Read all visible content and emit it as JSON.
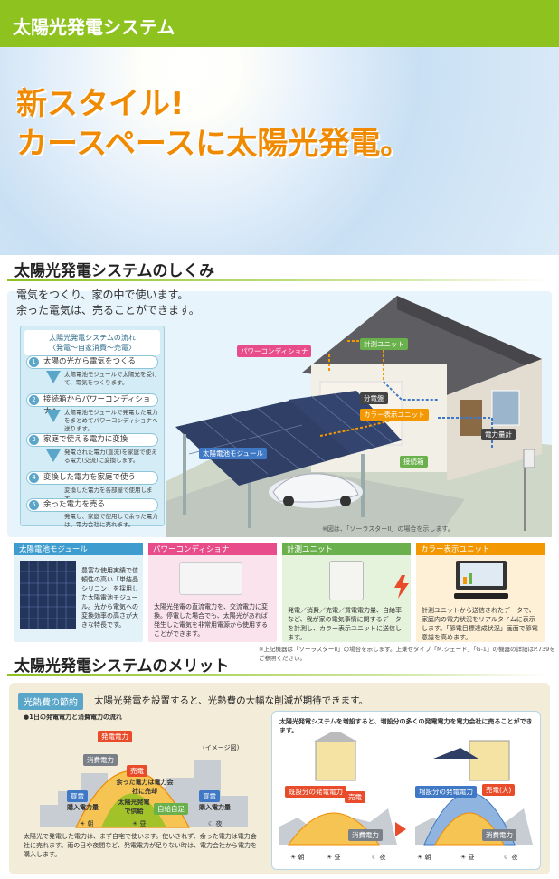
{
  "header": {
    "title": "太陽光発電システム"
  },
  "hero": {
    "line1": "新スタイル!",
    "line2": "カースペースに太陽光発電。"
  },
  "section1": {
    "title": "太陽光発電システムのしくみ",
    "intro1": "電気をつくり、家の中で使います。",
    "intro2": "余った電気は、売ることができます。",
    "flow_title1": "太陽光発電システムの流れ",
    "flow_title2": "〈発電〜自家消費〜売電〉",
    "steps": [
      {
        "num": "1",
        "label": "太陽の光から電気をつくる",
        "desc": "太陽電池モジュールで太陽光を受けて、電気をつくります。"
      },
      {
        "num": "2",
        "label": "接続箱からパワーコンディショナへ",
        "desc": "太陽電池モジュールで発電した電力をまとめてパワーコンディショナへ送ります。"
      },
      {
        "num": "3",
        "label": "家庭で使える電力に変換",
        "desc": "発電された電力(直流)を家庭で使える電力(交流)に変換します。"
      },
      {
        "num": "4",
        "label": "変換した電力を家庭で使う",
        "desc": "変換した電力を各部屋で使用します。"
      },
      {
        "num": "5",
        "label": "余った電力を売る",
        "desc": "発電し、家庭で使用して余った電力は、電力会社に売れます。"
      }
    ],
    "tags": {
      "power_conditioner": "パワーコンディショナ",
      "meter_unit": "計測ユニット",
      "distribution": "分電盤",
      "color_display": "カラー表示ユニット",
      "meter": "電力量計",
      "junction": "接続箱",
      "module": "太陽電池モジュール"
    },
    "diagram_note": "※図は、「ソーラスターII」の場合を示します。"
  },
  "cards": {
    "module": {
      "title": "太陽電池モジュール",
      "text": "豊富な使用実績で信頼性の高い「単結晶シリコン」を採用した太陽電池モジュール。光から電気への変換効率の高さが大きな特長です。"
    },
    "pcs": {
      "title": "パワーコンディショナ",
      "text": "太陽光発電の直流電力を、交流電力に変換。停電した場合でも、太陽光があれば発生した電気を非常用電源から使用することができます。"
    },
    "meter": {
      "title": "計測ユニット",
      "text": "発電／消費／売電／買電電力量、自給率など、我が家の電気事情に関するデータを計測し、カラー表示ユニットに送信します。"
    },
    "display": {
      "title": "カラー表示ユニット",
      "text": "計測ユニットから送信されたデータで、家庭内の電力状況をリアルタイムに表示します。「節電目標達成状況」画面で節電意識を高めます。"
    },
    "footnote": "※上記機器は「ソーラスターII」の場合を示します。上乗せタイプ「M.シェード」「G-1」の機器の詳細はP.739をご参照ください。"
  },
  "section2": {
    "title": "太陽光発電システムのメリット",
    "badge": "光熱費の節約",
    "text": "太陽光発電を設置すると、光熱費の大幅な削減が期待できます。",
    "chart_title": "●1日の発電電力と消費電力の流れ",
    "image_note": "(イメージ図)",
    "labels": {
      "generated": "発電電力",
      "consumed": "消費電力",
      "sell": "売電",
      "surplus": "余った電力は電力会社に売却",
      "buy": "買電",
      "buy_amount": "購入電力量",
      "self_supply": "太陽光発電で供給",
      "self_rate": "自給自足",
      "buy_amount2": "購入電力量",
      "buy2": "買電"
    },
    "time": {
      "morning": "朝",
      "noon": "昼",
      "night": "夜"
    },
    "chart_caption": "太陽光で発電した電力は、まず自宅で使います。使いきれず、余った電力は電力会社に売れます。雨の日や夜間など、発電電力が足りない時は、電力会社から電力を購入します。",
    "right_title": "太陽光発電システムを増設すると、増設分の多くの発電電力を電力会社に売ることができます。",
    "right_labels": {
      "existing": "既設分の発電電力",
      "sell": "売電",
      "added": "増設分の発電電力",
      "sell_big": "売電(大)",
      "consumed": "消費電力",
      "consumed2": "消費電力"
    }
  }
}
